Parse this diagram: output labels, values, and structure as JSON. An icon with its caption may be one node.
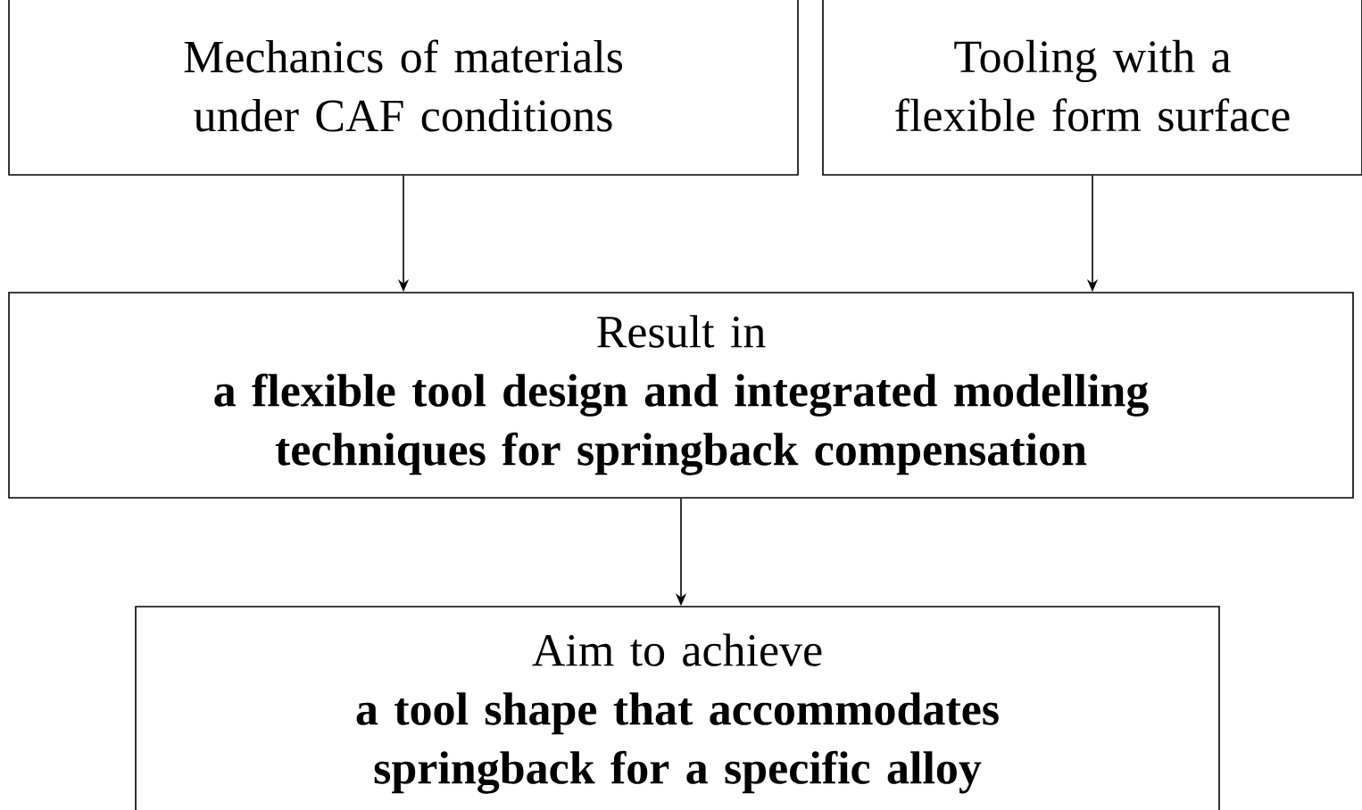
{
  "diagram": {
    "nodes": [
      {
        "text": [
          "Mechanics of materials under CAF conditions"
        ]
      },
      {
        "text": [
          "Tooling with a flexible form surface"
        ]
      },
      {
        "text": [
          "Result in",
          "a flexible tool design and integrated modelling techniques for springback compensation"
        ]
      },
      {
        "text": [
          "Aim to achieve",
          "a tool shape that accommodates springback for a specific alloy"
        ]
      }
    ],
    "edges": [
      {
        "from": 0,
        "to": 2,
        "arrow": "to"
      },
      {
        "from": 1,
        "to": 2,
        "arrow": "to"
      },
      {
        "from": 2,
        "to": 3,
        "arrow": "to"
      }
    ]
  }
}
